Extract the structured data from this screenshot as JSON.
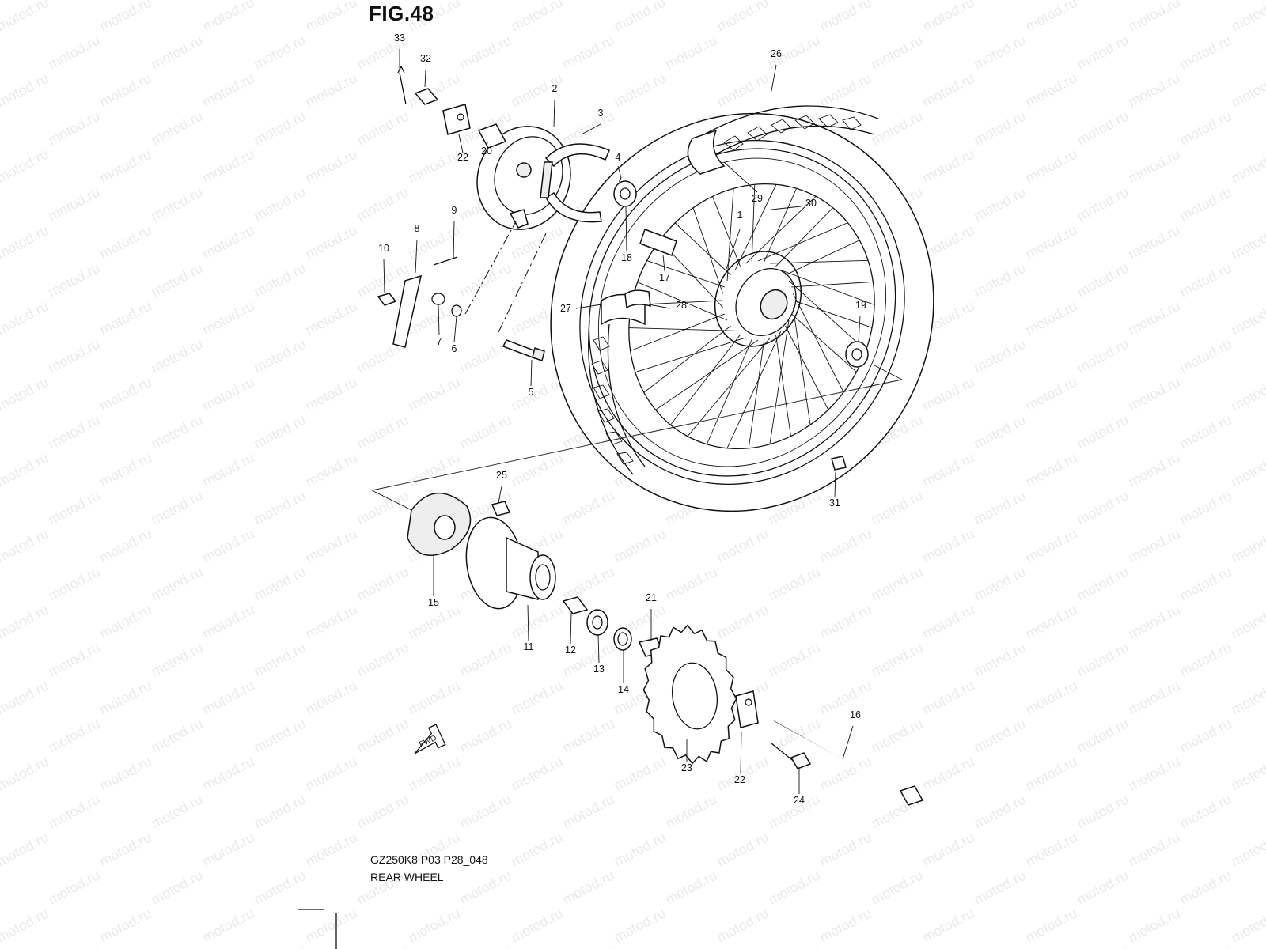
{
  "figure": {
    "title": "FIG.48",
    "model_code": "GZ250K8 P03 P28_048",
    "part_name": "REAR WHEEL"
  },
  "watermark": "motod.ru",
  "fwd_label": "FWD",
  "callouts": [
    "1",
    "2",
    "3",
    "4",
    "5",
    "6",
    "7",
    "8",
    "9",
    "10",
    "11",
    "12",
    "13",
    "14",
    "15",
    "16",
    "17",
    "18",
    "19",
    "20",
    "21",
    "22",
    "22",
    "23",
    "24",
    "25",
    "26",
    "27",
    "28",
    "29",
    "30",
    "31",
    "32",
    "33"
  ]
}
